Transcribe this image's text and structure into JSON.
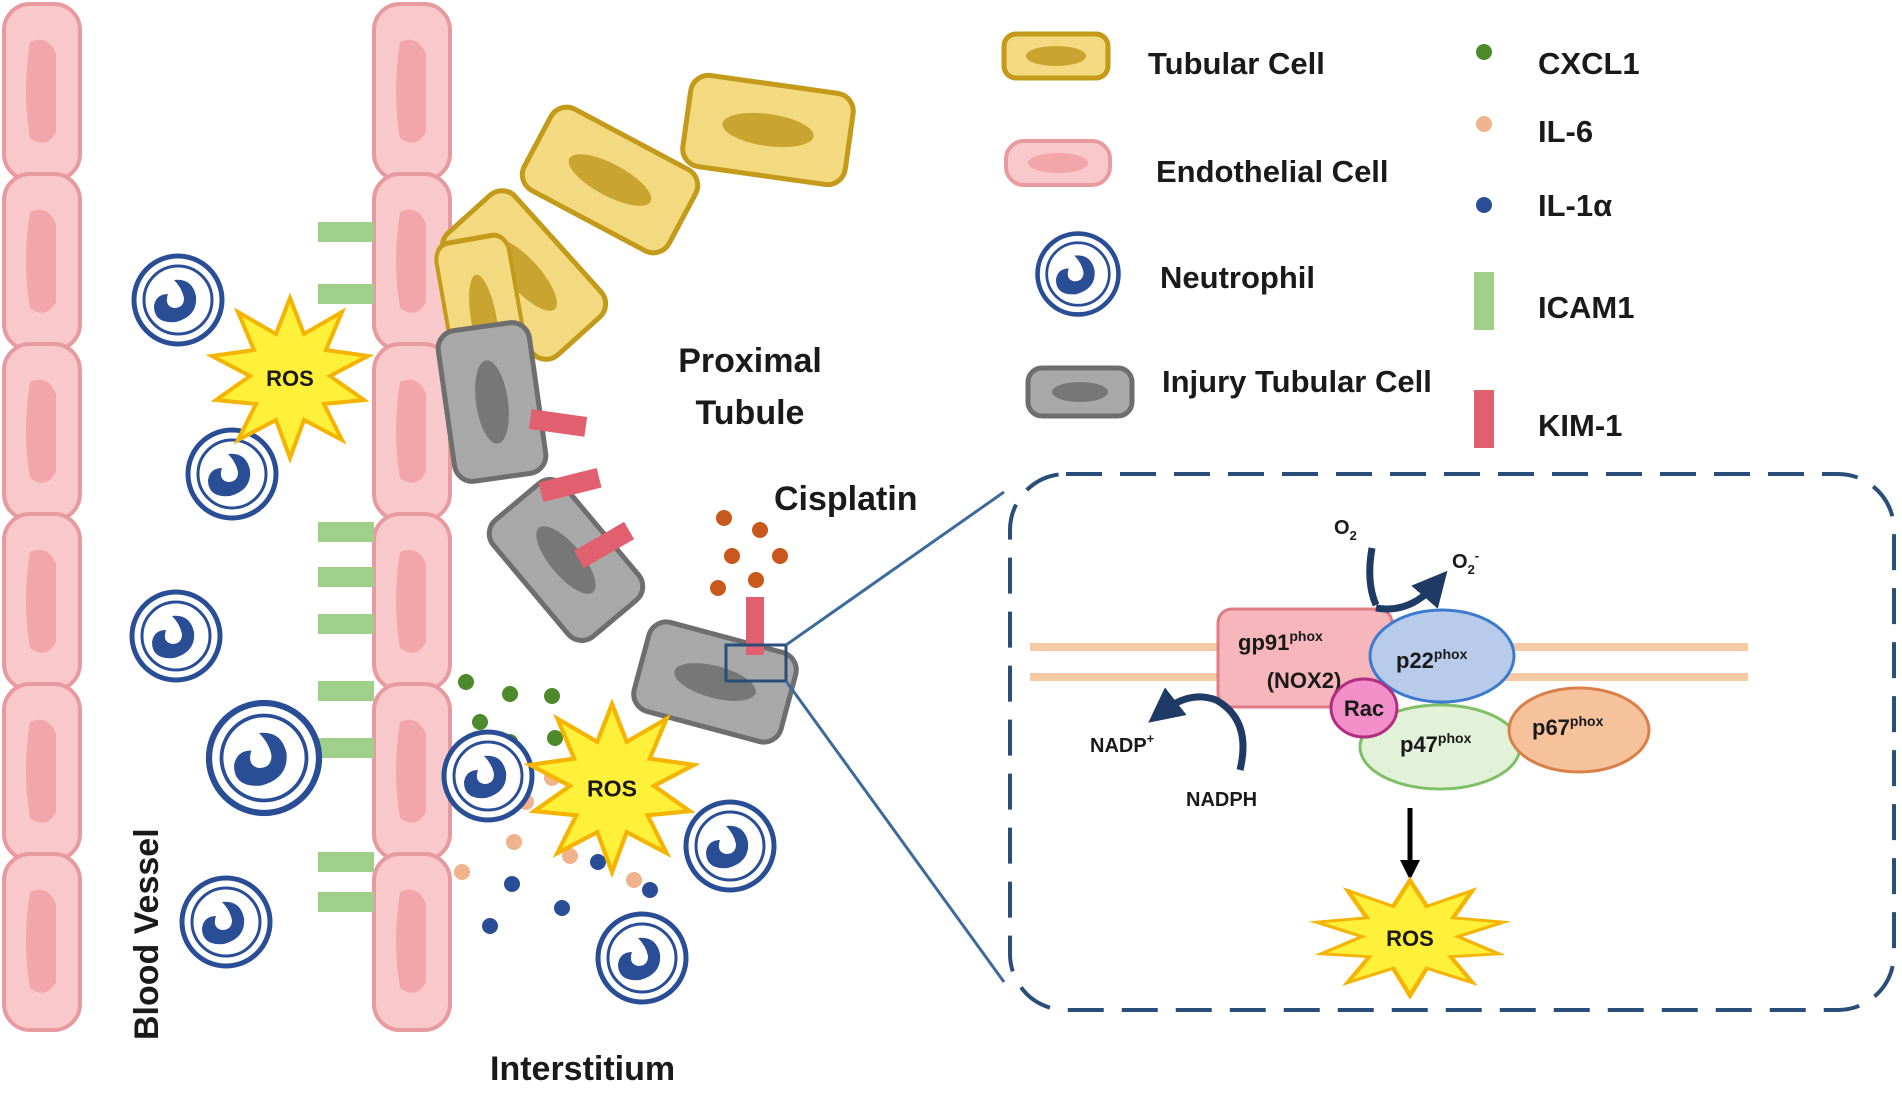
{
  "colors": {
    "tubular_fill": "#f3d97f",
    "tubular_stroke": "#c39a1a",
    "tubular_nucleus": "#c9a430",
    "endo_fill": "#f8c8ca",
    "endo_stroke": "#e79aa0",
    "endo_nucleus": "#f2a6aa",
    "neutro_stroke": "#2a4e96",
    "injury_fill": "#a8a8a8",
    "injury_stroke": "#6e6e6e",
    "injury_nucleus": "#777777",
    "cxcl1": "#4d8a2c",
    "il6": "#f0b38c",
    "il1a": "#2a4e96",
    "icam1": "#9fd08a",
    "kim1": "#e06070",
    "ros_fill": "#fff03a",
    "ros_stroke": "#f5b400",
    "cisplatin": "#c8581c",
    "dash_box": "#2a4e7a",
    "membrane": "#f6caa5"
  },
  "labels": {
    "blood_vessel": "Blood Vessel",
    "interstitium": "Interstitium",
    "proximal_tubule_line1": "Proximal",
    "proximal_tubule_line2": "Tubule",
    "cisplatin": "Cisplatin",
    "ros": "ROS"
  },
  "legend": {
    "tubular_cell": "Tubular Cell",
    "endothelial_cell": "Endothelial Cell",
    "neutrophil": "Neutrophil",
    "injury_tubular_cell": "Injury Tubular Cell",
    "cxcl1": "CXCL1",
    "il6": "IL-6",
    "il1a": "IL-1α",
    "icam1": "ICAM1",
    "kim1": "KIM-1"
  },
  "inset": {
    "gp91_base": "gp91",
    "gp91_sup": "phox",
    "nox2": "(NOX2)",
    "p22_base": "p22",
    "p22_sup": "phox",
    "rac": "Rac",
    "p47_base": "p47",
    "p47_sup": "phox",
    "p67_base": "p67",
    "p67_sup": "phox",
    "o2_base": "O",
    "o2_sub": "2",
    "o2m_base": "O",
    "o2m_sub": "2",
    "o2m_sup": "-",
    "nadp_base": "NADP",
    "nadp_sup": "+",
    "nadph": "NADPH",
    "ros": "ROS"
  }
}
